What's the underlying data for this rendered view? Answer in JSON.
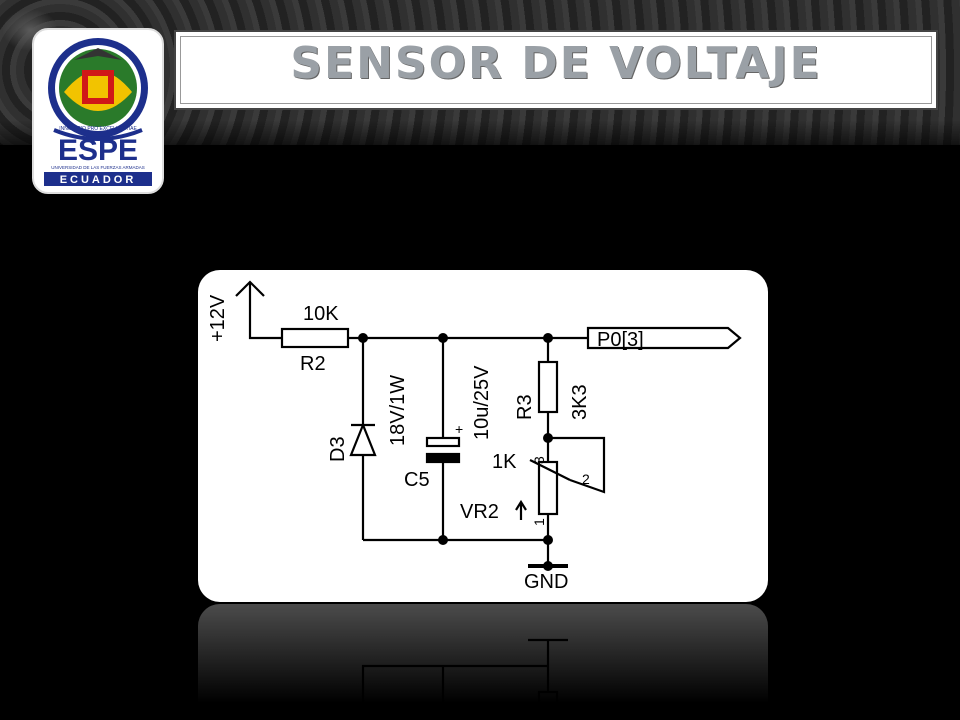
{
  "slide": {
    "title": "SENSOR DE VOLTAJE"
  },
  "logo": {
    "acronym": "ESPE",
    "country": "ECUADOR",
    "motto": "INNOVATIO PRO EXCELLENTIAE",
    "subtitle": "UNIVERSIDAD DE LAS FUERZAS ARMADAS"
  },
  "circuit": {
    "supply": "+12V",
    "r2_value": "10K",
    "r2_name": "R2",
    "d3_name": "D3",
    "d3_value": "18V/1W",
    "c5_name": "C5",
    "c5_value": "10u/25V",
    "c5_plus": "+",
    "r3_name": "R3",
    "r3_value": "3K3",
    "vr2_value": "1K",
    "vr2_name": "VR2",
    "pin1": "1",
    "pin2": "2",
    "pin3": "3",
    "output": "P0[3]",
    "ground": "GND"
  },
  "colors": {
    "background": "#000000",
    "title": "#9aa0a6",
    "diagram_bg": "#ffffff",
    "wire": "#000000"
  }
}
